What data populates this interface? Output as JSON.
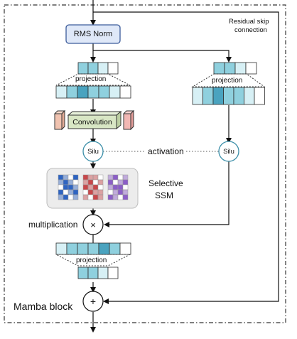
{
  "labels": {
    "rms_norm": "RMS Norm",
    "projection_in_left": "projection",
    "projection_in_right": "projection",
    "projection_out": "projection",
    "convolution": "Convolution",
    "silu_left": "Silu",
    "silu_right": "Silu",
    "activation": "activation",
    "selective_ssm_line1": "Selective",
    "selective_ssm_line2": "SSM",
    "multiplication": "multiplication",
    "multiply_symbol": "×",
    "add_symbol": "+",
    "residual_line1": "Residual skip",
    "residual_line2": "connection",
    "mamba_block": "Mamba block"
  },
  "colors": {
    "rms_fill": "#dfe8f8",
    "rms_border": "#3b5b9a",
    "conv_fill": "#d8e6c4",
    "conv_border": "#556b3a",
    "conv_side_left": "#f1c3b0",
    "conv_side_right": "#f2b7b4",
    "ssm_panel": "#ececec",
    "ssm_blue": "#2e64c2",
    "ssm_red": "#c8474a",
    "ssm_purple": "#8b5ec7",
    "cell_dark": "#4aa3bf",
    "cell_mid": "#8fd0de",
    "cell_light": "#d7f0f5",
    "silu_border": "#3a8ea8",
    "line": "#111111"
  }
}
